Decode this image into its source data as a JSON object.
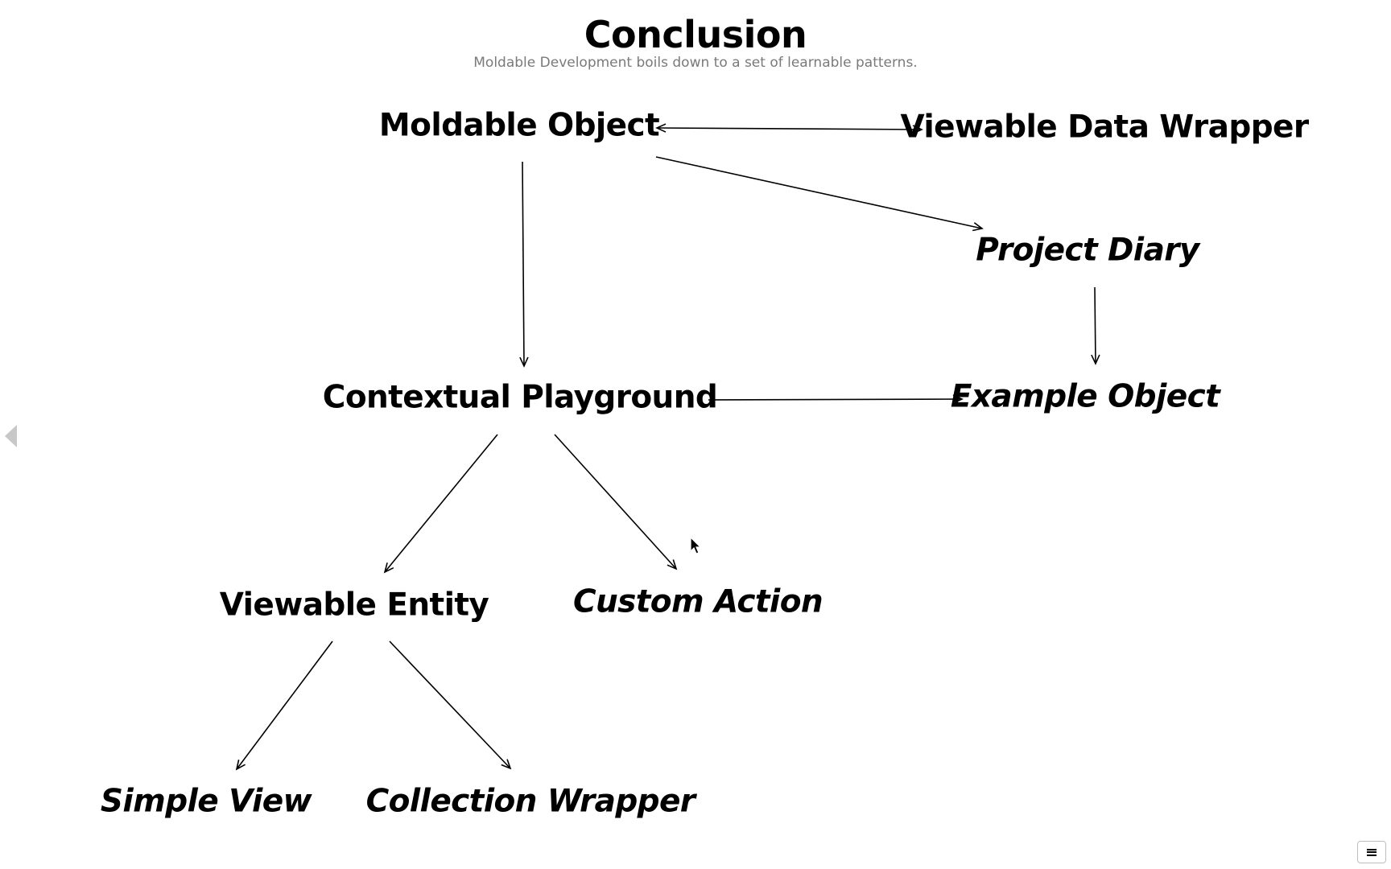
{
  "slide": {
    "title": "Conclusion",
    "subtitle": "Moldable Development boils down to a set of learnable patterns."
  },
  "diagram": {
    "nodes": [
      {
        "id": "moldable-object",
        "label": "Moldable Object",
        "italic": false
      },
      {
        "id": "viewable-data-wrapper",
        "label": "Viewable Data Wrapper",
        "italic": false
      },
      {
        "id": "project-diary",
        "label": "Project Diary",
        "italic": true
      },
      {
        "id": "contextual-playground",
        "label": "Contextual Playground",
        "italic": false
      },
      {
        "id": "example-object",
        "label": "Example Object",
        "italic": true
      },
      {
        "id": "viewable-entity",
        "label": "Viewable Entity",
        "italic": false
      },
      {
        "id": "custom-action",
        "label": "Custom Action",
        "italic": true
      },
      {
        "id": "simple-view",
        "label": "Simple View",
        "italic": true
      },
      {
        "id": "collection-wrapper",
        "label": "Collection Wrapper",
        "italic": true
      }
    ],
    "edges": [
      {
        "from": "moldable-object",
        "to": "viewable-data-wrapper",
        "bidirectional": true
      },
      {
        "from": "moldable-object",
        "to": "project-diary",
        "bidirectional": false
      },
      {
        "from": "moldable-object",
        "to": "contextual-playground",
        "bidirectional": false
      },
      {
        "from": "project-diary",
        "to": "example-object",
        "bidirectional": false
      },
      {
        "from": "contextual-playground",
        "to": "example-object",
        "bidirectional": false
      },
      {
        "from": "contextual-playground",
        "to": "viewable-entity",
        "bidirectional": false
      },
      {
        "from": "contextual-playground",
        "to": "custom-action",
        "bidirectional": false
      },
      {
        "from": "viewable-entity",
        "to": "simple-view",
        "bidirectional": false
      },
      {
        "from": "viewable-entity",
        "to": "collection-wrapper",
        "bidirectional": false
      }
    ]
  },
  "colors": {
    "text": "#000000",
    "subtitle": "#7a7a7a",
    "nav_arrow": "#c8c8c8"
  },
  "icons": {
    "prev": "triangle-left-icon",
    "menu": "menu-icon",
    "cursor": "mouse-pointer-icon"
  }
}
